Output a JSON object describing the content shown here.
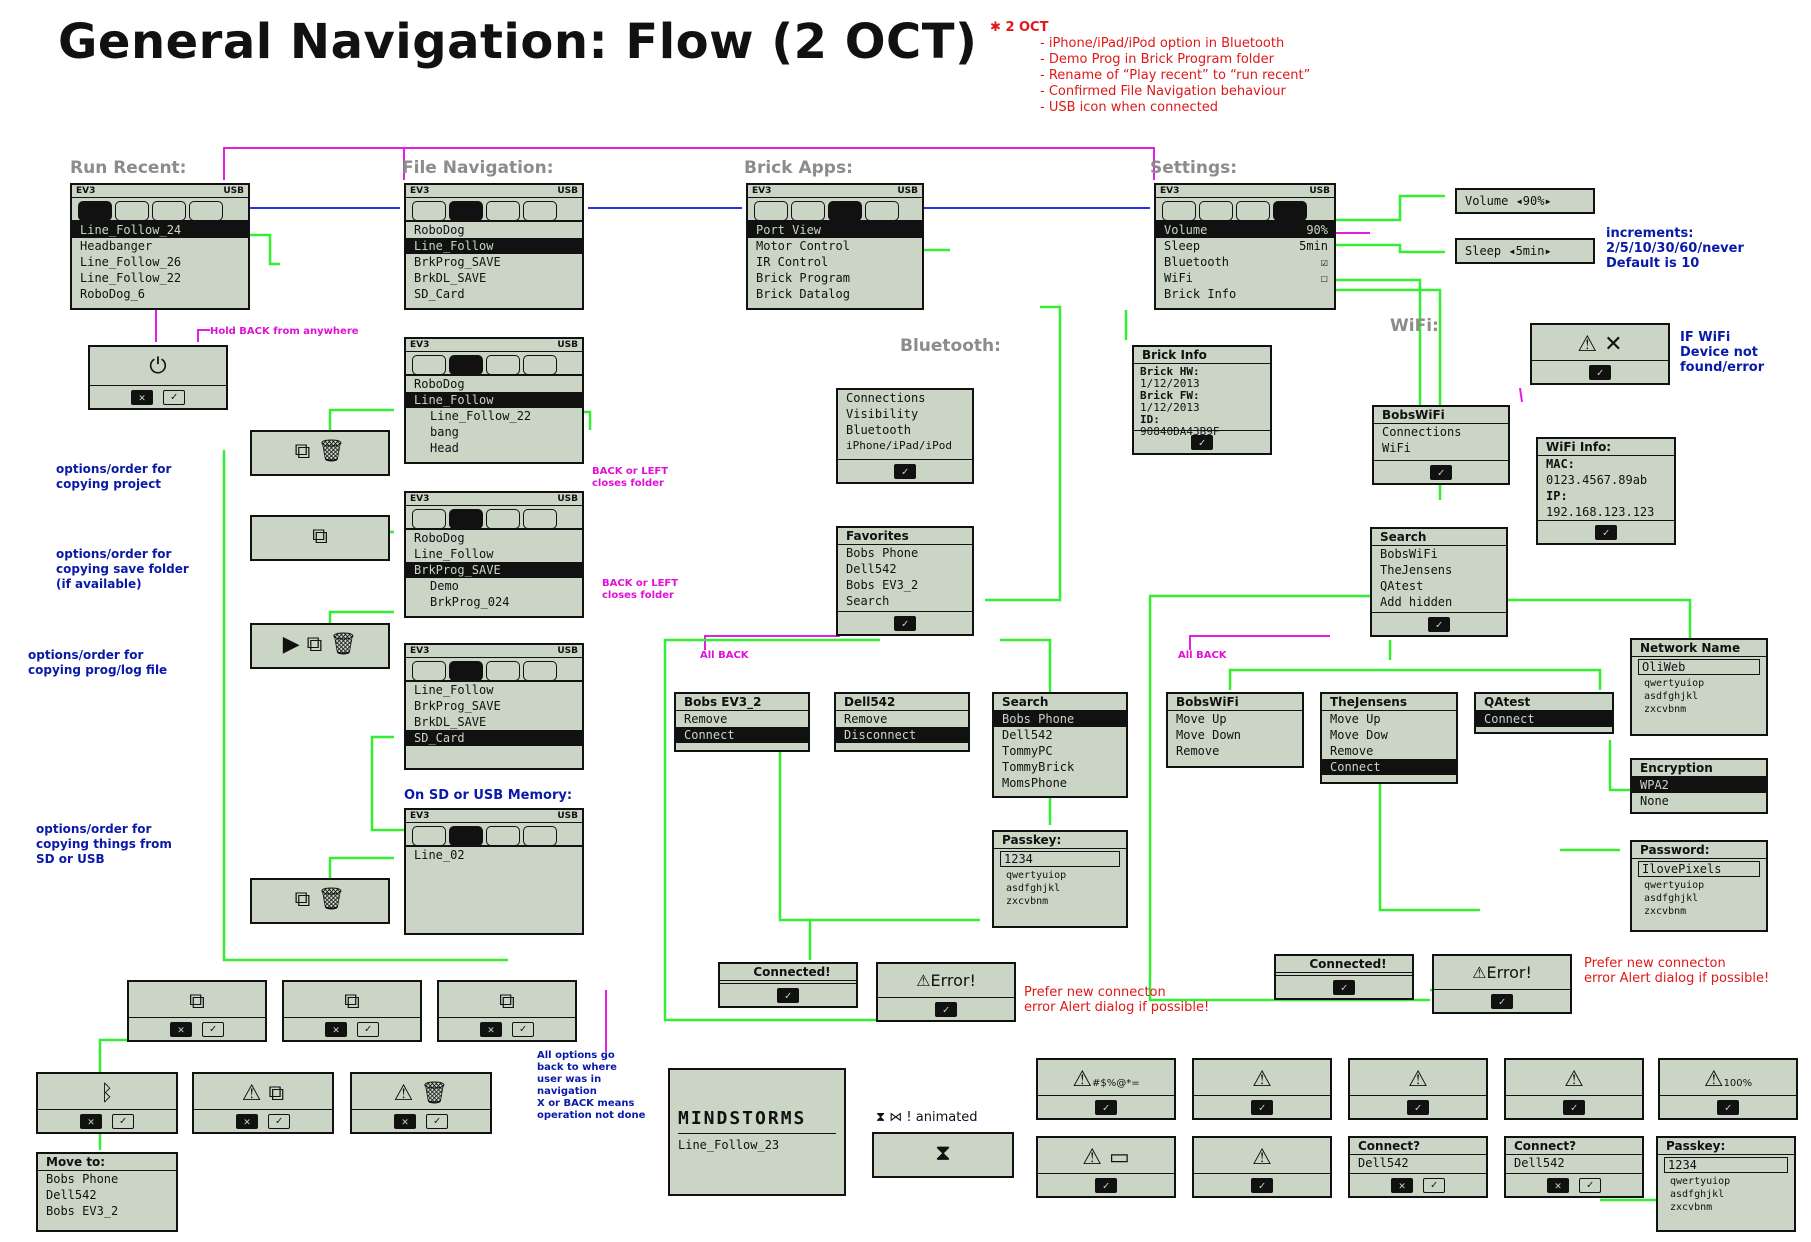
{
  "title": "General Navigation: Flow (2 OCT)",
  "notes": {
    "header": "2 OCT",
    "items": [
      "iPhone/iPad/iPod option in Bluetooth",
      "Demo Prog in Brick Program folder",
      "Rename of “Play recent” to “run recent”",
      "Confirmed File Navigation behaviour",
      "USB icon when connected"
    ]
  },
  "sections": {
    "run_recent": "Run Recent:",
    "file_nav": "File Navigation:",
    "brick_apps": "Brick Apps:",
    "settings": "Settings:",
    "bluetooth": "Bluetooth:",
    "wifi": "WiFi:"
  },
  "statusbar": {
    "brick": "EV3",
    "usb": "USB"
  },
  "run_recent_list": [
    "Line_Follow_24",
    "Headbanger",
    "Line_Follow_26",
    "Line_Follow_22",
    "RoboDog_6"
  ],
  "file_list_1": [
    "RoboDog",
    "Line_Follow",
    "BrkProg_SAVE",
    "BrkDL_SAVE",
    "SD_Card"
  ],
  "file_list_2": [
    "RoboDog",
    "Line_Follow",
    "Line_Follow_22",
    "bang",
    "Head"
  ],
  "file_list_3": [
    "RoboDog",
    "Line_Follow",
    "BrkProg_SAVE",
    "Demo",
    "BrkProg_024"
  ],
  "file_list_4": [
    "Line_Follow",
    "BrkProg_SAVE",
    "BrkDL_SAVE",
    "SD_Card"
  ],
  "file_list_sd": [
    "Line_02"
  ],
  "brick_apps_list": [
    "Port View",
    "Motor Control",
    "IR Control",
    "Brick Program",
    "Brick Datalog"
  ],
  "settings_list": [
    {
      "label": "Volume",
      "value": "90%"
    },
    {
      "label": "Sleep",
      "value": "5min"
    },
    {
      "label": "Bluetooth",
      "value": "☑"
    },
    {
      "label": "WiFi",
      "value": "☐"
    },
    {
      "label": "Brick Info",
      "value": ""
    }
  ],
  "volume_slider": "Volume  ◂90%▸",
  "sleep_slider": "Sleep  ◂5min▸",
  "increments_note": [
    "increments:",
    "2/5/10/30/60/never",
    "Default is 10"
  ],
  "brick_info": {
    "title": "Brick Info",
    "hw_label": "Brick HW:",
    "hw": "1/12/2013",
    "fw_label": "Brick FW:",
    "fw": "1/12/2013",
    "id_label": "ID:",
    "id": "90840DA43B9F"
  },
  "bt_menu": [
    "Connections",
    "Visibility",
    "Bluetooth",
    "iPhone/iPad/iPod"
  ],
  "bt_favorites": {
    "title": "Favorites",
    "items": [
      "Bobs Phone",
      "Dell542",
      "Bobs EV3_2"
    ],
    "search": "Search"
  },
  "bt_search": {
    "title": "Search",
    "items": [
      "Bobs Phone",
      "Dell542",
      "TommyPC",
      "TommyBrick",
      "MomsPhone"
    ]
  },
  "bt_dev1": {
    "title": "Bobs EV3_2",
    "items": [
      "Remove",
      "Connect"
    ]
  },
  "bt_dev2": {
    "title": "Dell542",
    "items": [
      "Remove",
      "Disconnect"
    ]
  },
  "passkey": {
    "title": "Passkey:",
    "value": "1234",
    "kb": [
      "qwertyuiop",
      "asdfghjkl",
      "zxcvbnm"
    ]
  },
  "connected": "Connected!",
  "error": "Error!",
  "prefer_note": [
    "Prefer new connecton",
    "error Alert dialog if possible!"
  ],
  "all_back": "All BACK",
  "wifi_err_note": [
    "IF WiFi",
    "Device not",
    "found/error"
  ],
  "wifi_menu": {
    "title": "BobsWiFi",
    "items": [
      "Connections",
      "WiFi"
    ]
  },
  "wifi_info": {
    "title": "WiFi Info:",
    "mac_label": "MAC:",
    "mac": "0123.4567.89ab",
    "ip_label": "IP:",
    "ip": "192.168.123.123"
  },
  "wifi_search": {
    "title": "Search",
    "items": [
      "BobsWiFi",
      "TheJensens",
      "QAtest"
    ],
    "add": "Add hidden"
  },
  "wifi_dev1": {
    "title": "BobsWiFi",
    "items": [
      "Move Up",
      "Move Down",
      "Remove"
    ]
  },
  "wifi_dev2": {
    "title": "TheJensens",
    "items": [
      "Move Up",
      "Move Dow",
      "Remove",
      "Connect"
    ]
  },
  "wifi_dev3": {
    "title": "QAtest",
    "items": [
      "Connect"
    ]
  },
  "network_name": {
    "title": "Network Name",
    "value": "OliWeb"
  },
  "encryption": {
    "title": "Encryption",
    "items": [
      "WPA2",
      "None"
    ]
  },
  "password": {
    "title": "Password:",
    "value": "IlovePixels"
  },
  "hold_back": "Hold BACK from anywhere",
  "back_left": [
    "BACK or LEFT",
    "closes folder"
  ],
  "copy_notes": {
    "project": [
      "options/order for",
      "copying project"
    ],
    "save": [
      "options/order for",
      "copying save folder",
      "(if available)"
    ],
    "prog": [
      "options/order for",
      "copying prog/log file"
    ],
    "sd": [
      "options/order for",
      "copying things from",
      "SD or USB"
    ]
  },
  "sd_label": "On SD or USB Memory:",
  "all_options_note": [
    "All options go",
    "back to where",
    "user was in",
    "navigation",
    "X or BACK means",
    "operation not done"
  ],
  "move_to": {
    "title": "Move to:",
    "items": [
      "Bobs Phone",
      "Dell542",
      "Bobs EV3_2"
    ]
  },
  "mindstorms": {
    "logo": "MINDSTORMS",
    "file": "Line_Follow_23"
  },
  "animated_note": "! animated",
  "connect_q": {
    "title": "Connect?",
    "device": "Dell542"
  },
  "alert_glyphs": [
    "#$%@*=",
    "100%"
  ]
}
